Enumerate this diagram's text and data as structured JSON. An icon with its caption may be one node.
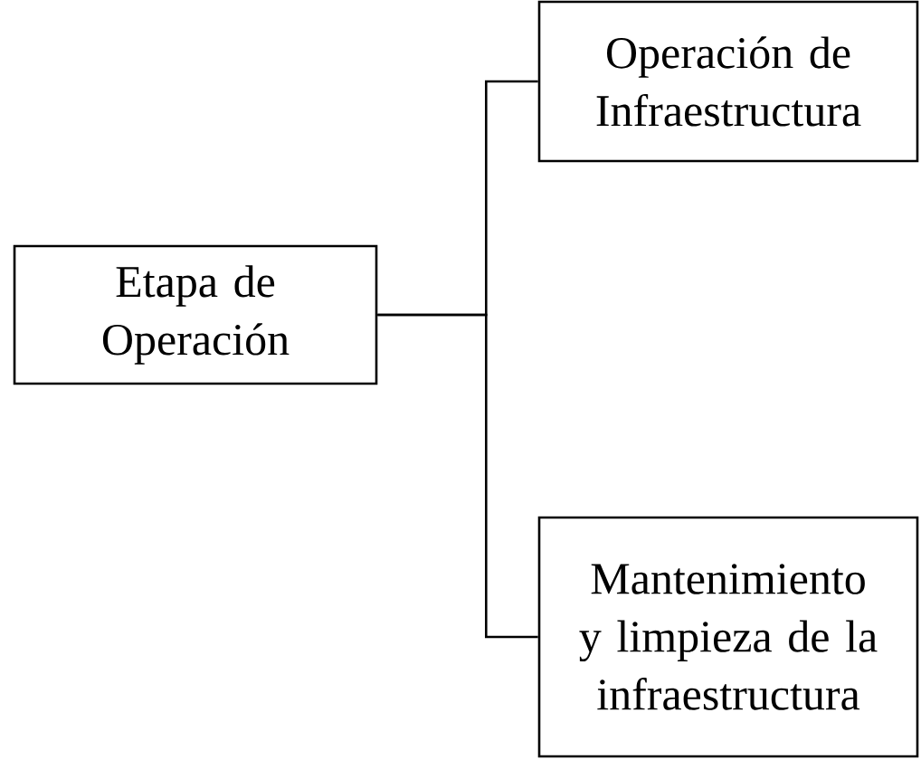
{
  "diagram": {
    "nodes": [
      {
        "text": [
          "Etapa de Operación"
        ]
      },
      {
        "text": [
          "Operación de Infraestructura"
        ]
      },
      {
        "text": [
          "Mantenimiento y limpieza de la infraestructura"
        ]
      }
    ],
    "edges": [
      {
        "from": 0,
        "to": 1,
        "arrow": "none"
      },
      {
        "from": 0,
        "to": 2,
        "arrow": "none"
      }
    ]
  }
}
